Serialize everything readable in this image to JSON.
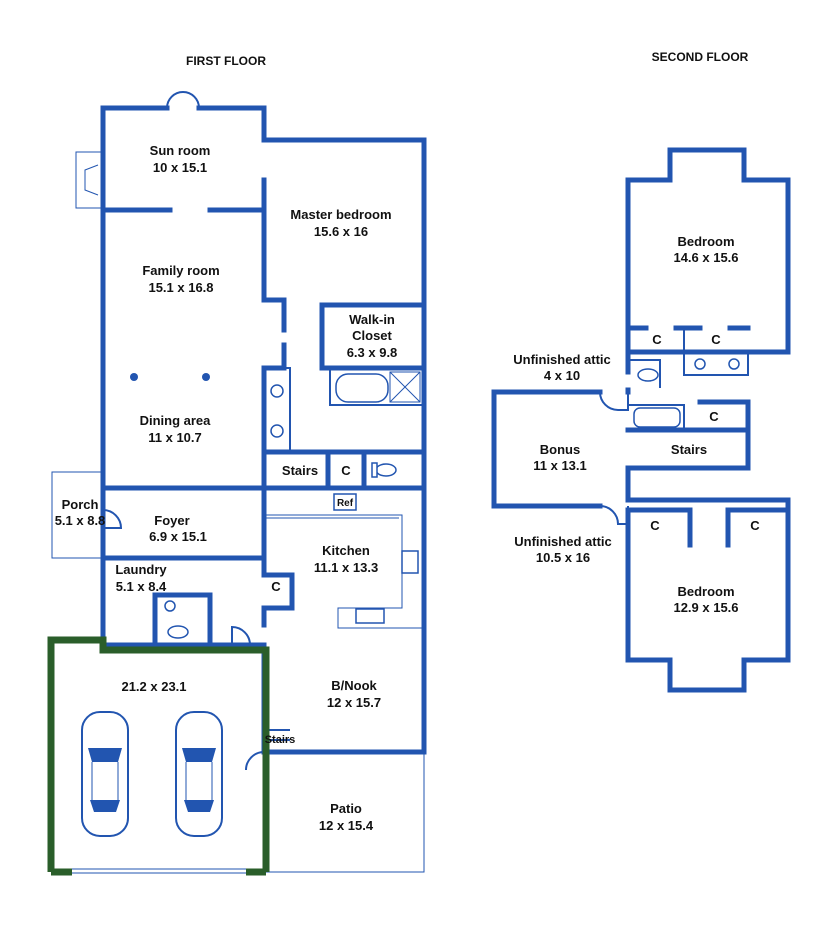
{
  "colors": {
    "wall": "#2255b0",
    "garage_wall": "#2a5e2a",
    "car": "#2255b0",
    "label": "#111111",
    "background": "#ffffff"
  },
  "first_floor": {
    "title": "FIRST FLOOR",
    "rooms": {
      "sun_room": {
        "name": "Sun room",
        "size": "10 x 15.1"
      },
      "master_bedroom": {
        "name": "Master bedroom",
        "size": "15.6 x 16"
      },
      "family_room": {
        "name": "Family room",
        "size": "15.1 x 16.8"
      },
      "walk_in_closet": {
        "name_line1": "Walk-in",
        "name_line2": "Closet",
        "size": "6.3 x 9.8"
      },
      "dining_area": {
        "name": "Dining area",
        "size": "11 x 10.7"
      },
      "porch": {
        "name": "Porch",
        "size": "5.1 x 8.8"
      },
      "foyer": {
        "name": "Foyer",
        "size": "6.9 x 15.1"
      },
      "kitchen": {
        "name": "Kitchen",
        "size": "11.1 x 13.3"
      },
      "laundry": {
        "name": "Laundry",
        "size": "5.1 x 8.4"
      },
      "b_nook": {
        "name": "B/Nook",
        "size": "12 x 15.7"
      },
      "garage": {
        "size": "21.2 x 23.1"
      },
      "patio": {
        "name": "Patio",
        "size": "12 x 15.4"
      }
    },
    "labels": {
      "stairs": "Stairs",
      "closet_c": "C",
      "ref": "Ref",
      "laundry_closet_c": "C",
      "nook_stairs": "Stairs"
    }
  },
  "second_floor": {
    "title": "SECOND FLOOR",
    "rooms": {
      "bedroom_top": {
        "name": "Bedroom",
        "size": "14.6 x 15.6"
      },
      "unfinished_attic_top": {
        "name": "Unfinished attic",
        "size": "4 x 10"
      },
      "bonus": {
        "name": "Bonus",
        "size": "11 x 13.1"
      },
      "unfinished_attic_bottom": {
        "name": "Unfinished attic",
        "size": "10.5 x 16"
      },
      "bedroom_bottom": {
        "name": "Bedroom",
        "size": "12.9 x 15.6"
      }
    },
    "labels": {
      "c1": "C",
      "c2": "C",
      "c3": "C",
      "c4": "C",
      "c5": "C",
      "stairs": "Stairs"
    }
  }
}
